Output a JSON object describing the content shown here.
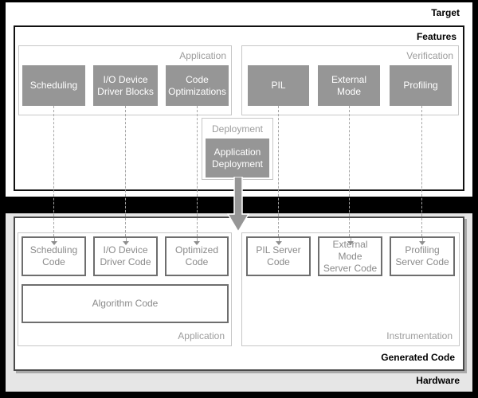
{
  "palette": {
    "page_background": "#000000",
    "target_background": "#ffffff",
    "hardware_background": "#e6e6e6",
    "block_fill": "#969696",
    "block_text_color": "#ffffff",
    "group_border_color": "#c7c7c7",
    "group_label_color": "#9c9c9c",
    "code_box_border_color": "#6e6e6e",
    "code_box_text_color": "#8a8a8a",
    "connector_color": "#a6a6a6",
    "section_label_color": "#000000"
  },
  "target": {
    "label": "Target",
    "features": {
      "label": "Features",
      "application": {
        "label": "Application",
        "blocks": [
          "Scheduling",
          "I/O Device\nDriver Blocks",
          "Code\nOptimizations"
        ]
      },
      "verification": {
        "label": "Verification",
        "blocks": [
          "PIL",
          "External\nMode",
          "Profiling"
        ]
      },
      "deployment": {
        "label": "Deployment",
        "block": "Application\nDeployment"
      }
    }
  },
  "hardware": {
    "label": "Hardware",
    "generated_code": {
      "label": "Generated Code",
      "application": {
        "label": "Application",
        "code_boxes": [
          "Scheduling\nCode",
          "I/O Device\nDriver Code",
          "Optimized\nCode"
        ],
        "algorithm": "Algorithm Code"
      },
      "instrumentation": {
        "label": "Instrumentation",
        "code_boxes": [
          "PIL Server\nCode",
          "External Mode\nServer Code",
          "Profiling\nServer Code"
        ]
      }
    }
  }
}
